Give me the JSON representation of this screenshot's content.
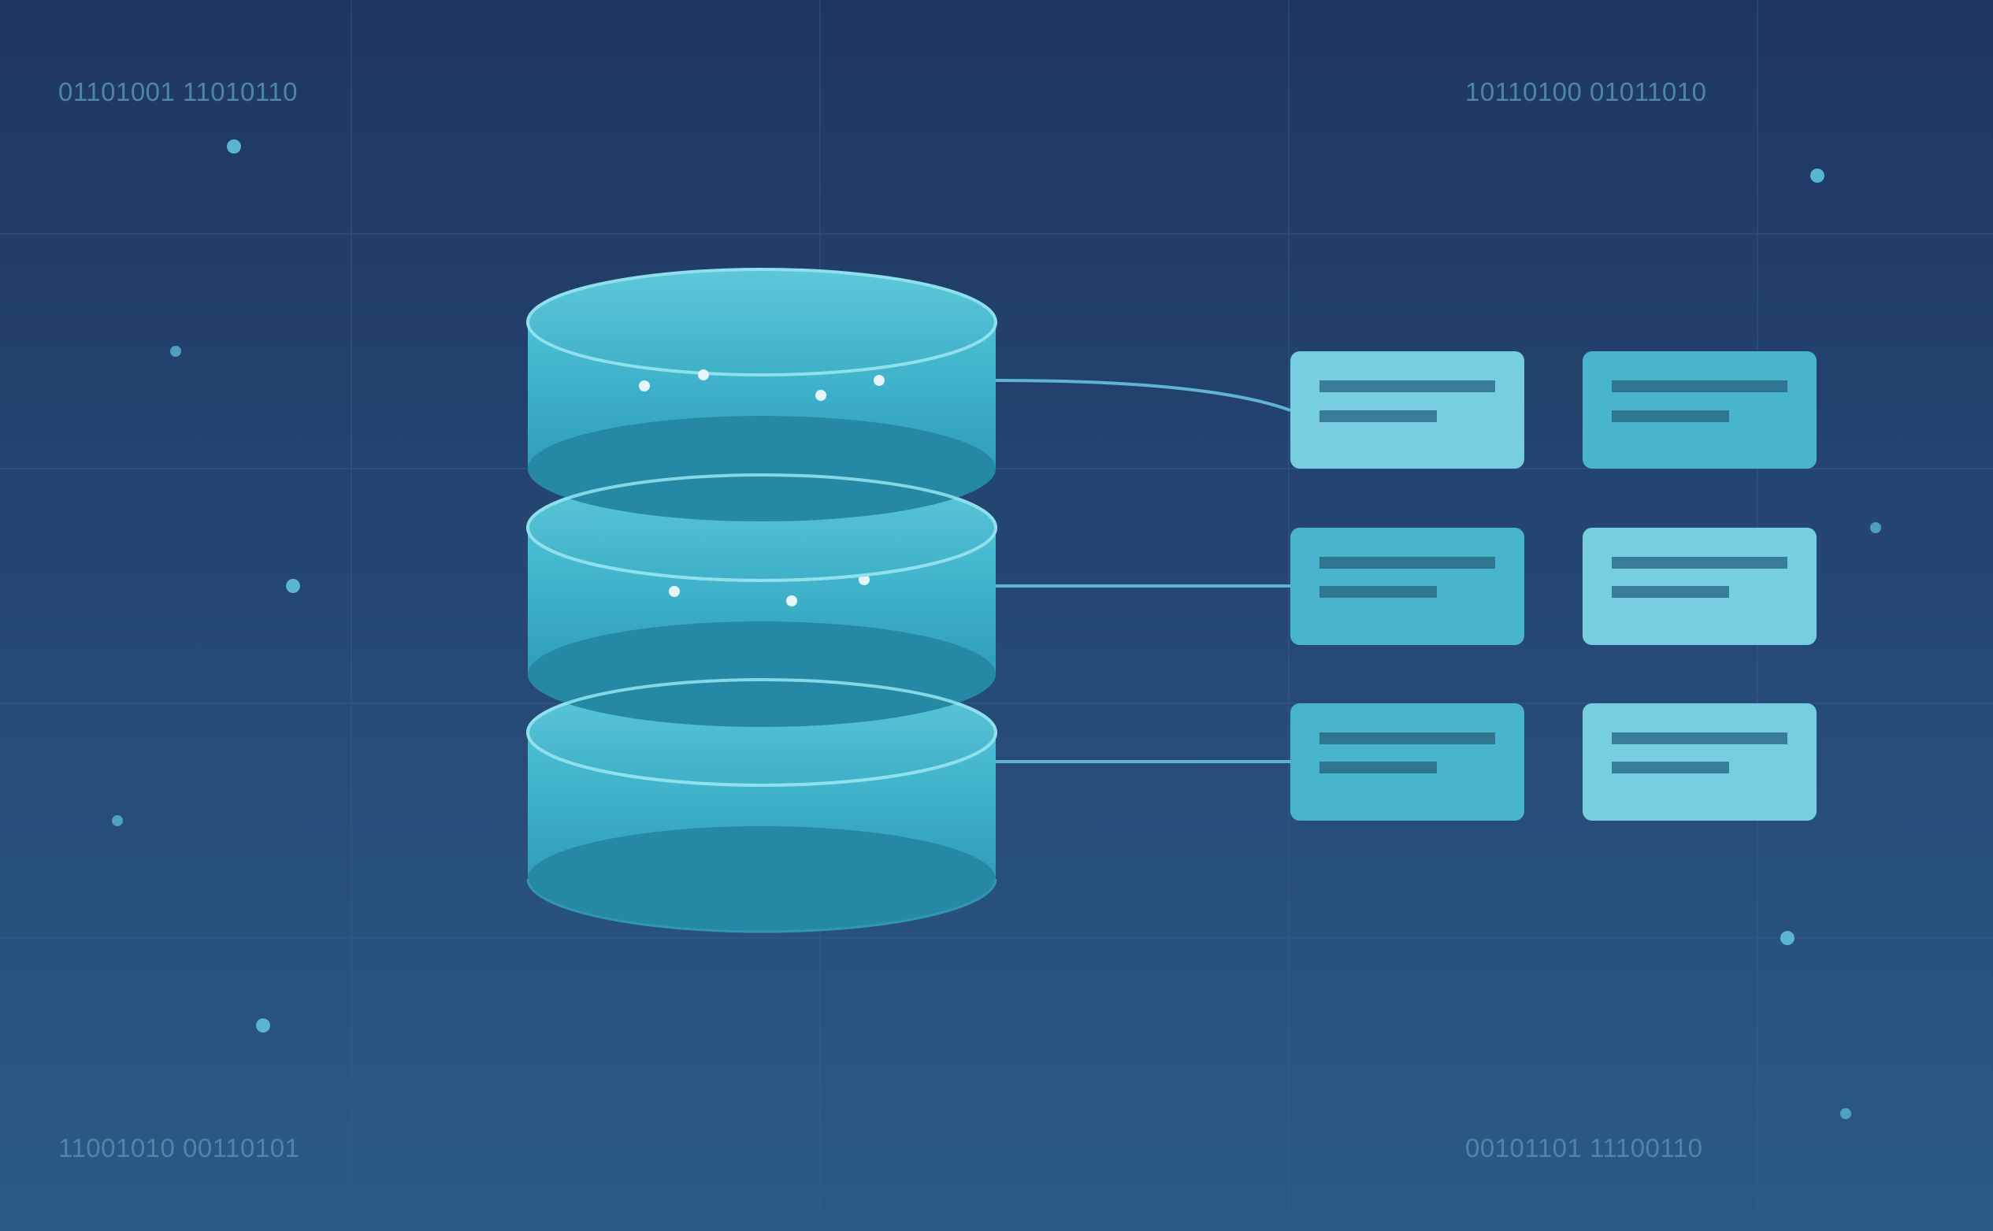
{
  "colors": {
    "background_top": "#1e3760",
    "background_bottom": "#2b5a86",
    "grid_line": "#3a5d85",
    "cylinder_top": "#52c3d6",
    "cylinder_mid": "#3bb1c9",
    "cylinder_bottom": "#2589a6",
    "cylinder_rim": "#8fe0ec",
    "connector_line": "#5fb5cf",
    "card_light": "#76cede",
    "card_dark": "#48b5cc",
    "card_bar": "#3a7d99",
    "particle": "#5ab6d0",
    "binary_text": "#4f86a8"
  },
  "binary_labels": {
    "top_left": "01101001 11010110",
    "top_right": "10110100 01011010",
    "bottom_left": "11001010 00110101",
    "bottom_right": "00101101 11100110"
  },
  "icons": {
    "database": "database-icon",
    "record_card": "record-card-icon"
  },
  "database": {
    "disk_count": 3
  },
  "cards": {
    "columns": 2,
    "rows": 3,
    "tones": [
      "light",
      "dark",
      "dark",
      "light",
      "dark",
      "light"
    ]
  }
}
